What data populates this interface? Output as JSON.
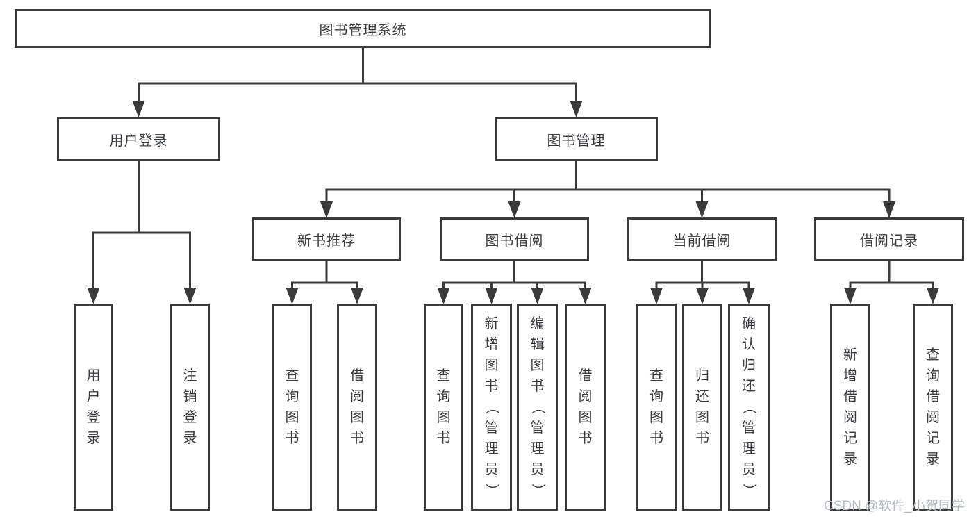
{
  "diagram": {
    "title": "图书管理系统",
    "watermark": "CSDN @软件_小贺同学",
    "colors": {
      "line": "#3a3a3a",
      "box_border": "#3a3a3a",
      "text": "#3a3c40",
      "background": "#ffffff",
      "watermark": "#b7bbc3"
    },
    "nodes": [
      {
        "id": "root",
        "label": "图书管理系统",
        "level": 1,
        "parent": null
      },
      {
        "id": "user-login",
        "label": "用户登录",
        "level": 2,
        "parent": "root"
      },
      {
        "id": "book-mgmt",
        "label": "图书管理",
        "level": 2,
        "parent": "root"
      },
      {
        "id": "new-book-rec",
        "label": "新书推荐",
        "level": 3,
        "parent": "book-mgmt"
      },
      {
        "id": "book-borrow",
        "label": "图书借阅",
        "level": 3,
        "parent": "book-mgmt"
      },
      {
        "id": "current-borrow",
        "label": "当前借阅",
        "level": 3,
        "parent": "book-mgmt"
      },
      {
        "id": "borrow-records",
        "label": "借阅记录",
        "level": 3,
        "parent": "book-mgmt"
      },
      {
        "id": "leaf-user-login",
        "label": "用户登录",
        "level": 4,
        "parent": "user-login"
      },
      {
        "id": "leaf-logout",
        "label": "注销登录",
        "level": 4,
        "parent": "user-login"
      },
      {
        "id": "leaf-query-book-1",
        "label": "查询图书",
        "level": 4,
        "parent": "new-book-rec"
      },
      {
        "id": "leaf-borrow-book-1",
        "label": "借阅图书",
        "level": 4,
        "parent": "new-book-rec"
      },
      {
        "id": "leaf-query-book-2",
        "label": "查询图书",
        "level": 4,
        "parent": "book-borrow"
      },
      {
        "id": "leaf-add-book",
        "label": "新增图书（管理员）",
        "level": 4,
        "parent": "book-borrow"
      },
      {
        "id": "leaf-edit-book",
        "label": "编辑图书（管理员）",
        "level": 4,
        "parent": "book-borrow"
      },
      {
        "id": "leaf-borrow-book-2",
        "label": "借阅图书",
        "level": 4,
        "parent": "book-borrow"
      },
      {
        "id": "leaf-query-book-3",
        "label": "查询图书",
        "level": 4,
        "parent": "current-borrow"
      },
      {
        "id": "leaf-return-book",
        "label": "归还图书",
        "level": 4,
        "parent": "current-borrow"
      },
      {
        "id": "leaf-confirm-return",
        "label": "确认归还（管理员）",
        "level": 4,
        "parent": "current-borrow"
      },
      {
        "id": "leaf-add-record",
        "label": "新增借阅记录",
        "level": 4,
        "parent": "borrow-records"
      },
      {
        "id": "leaf-query-record",
        "label": "查询借阅记录",
        "level": 4,
        "parent": "borrow-records"
      }
    ]
  }
}
